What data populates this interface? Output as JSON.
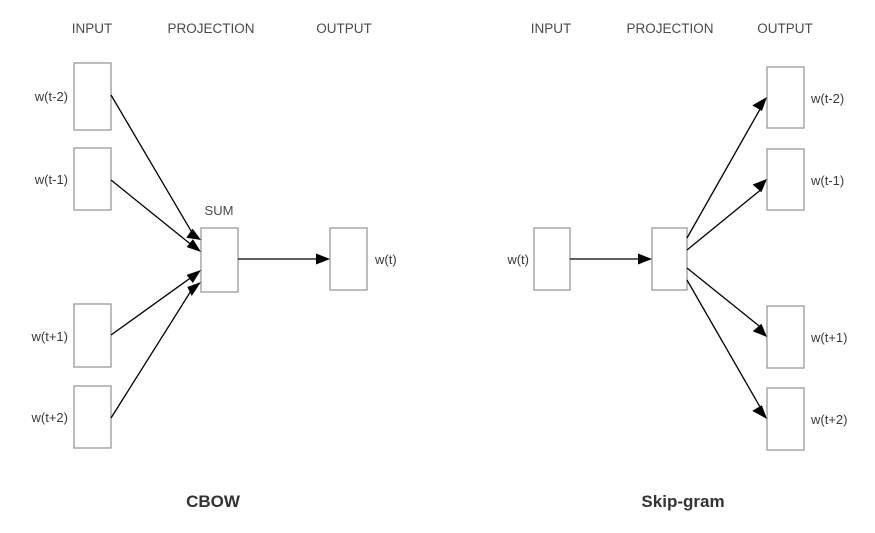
{
  "figure": {
    "background_color": "#ffffff",
    "box_stroke_color": "#999999",
    "edge_color": "#000000",
    "text_color": "#3a3a3a"
  },
  "cbow": {
    "title": "CBOW",
    "headers": {
      "input": "INPUT",
      "projection": "PROJECTION",
      "output": "OUTPUT"
    },
    "sum_label": "SUM",
    "input_nodes": [
      {
        "label": "w(t-2)"
      },
      {
        "label": "w(t-1)"
      },
      {
        "label": "w(t+1)"
      },
      {
        "label": "w(t+2)"
      }
    ],
    "output_nodes": [
      {
        "label": "w(t)"
      }
    ]
  },
  "skipgram": {
    "title": "Skip-gram",
    "headers": {
      "input": "INPUT",
      "projection": "PROJECTION",
      "output": "OUTPUT"
    },
    "input_nodes": [
      {
        "label": "w(t)"
      }
    ],
    "output_nodes": [
      {
        "label": "w(t-2)"
      },
      {
        "label": "w(t-1)"
      },
      {
        "label": "w(t+1)"
      },
      {
        "label": "w(t+2)"
      }
    ]
  }
}
